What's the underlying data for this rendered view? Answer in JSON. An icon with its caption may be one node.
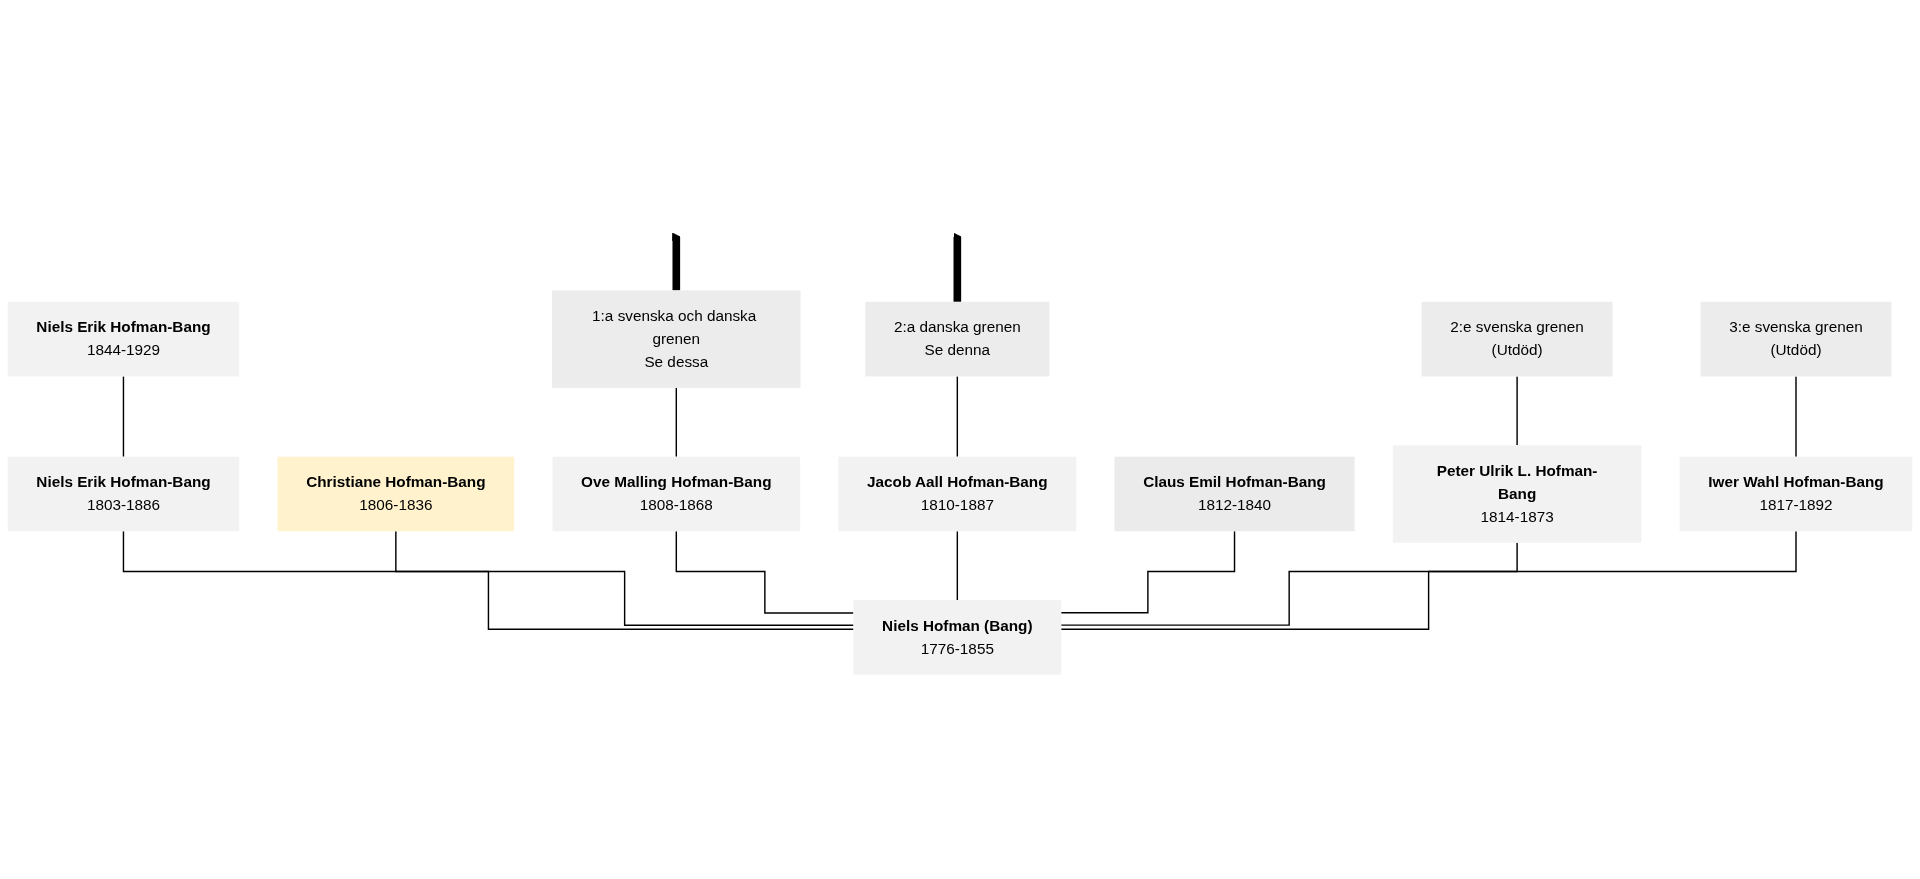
{
  "diagram": {
    "nodes": [
      {
        "text": [
          "Niels Erik Hofman-Bang",
          "1844-1929"
        ]
      },
      {
        "text": [
          "1:a svenska och danska grenen",
          "Se dessa"
        ]
      },
      {
        "text": [
          "2:a danska grenen",
          "Se denna"
        ]
      },
      {
        "text": [
          "2:e svenska grenen",
          "(Utdöd)"
        ]
      },
      {
        "text": [
          "3:e svenska grenen",
          "(Utdöd)"
        ]
      },
      {
        "text": [
          "Niels Erik Hofman-Bang",
          "1803-1886"
        ]
      },
      {
        "text": [
          "Christiane Hofman-Bang",
          "1806-1836"
        ]
      },
      {
        "text": [
          "Ove Malling Hofman-Bang",
          "1808-1868"
        ]
      },
      {
        "text": [
          "Jacob Aall Hofman-Bang",
          "1810-1887"
        ]
      },
      {
        "text": [
          "Claus Emil Hofman-Bang",
          "1812-1840"
        ]
      },
      {
        "text": [
          "Peter Ulrik L. Hofman-Bang",
          "1814-1873"
        ]
      },
      {
        "text": [
          "Iwer Wahl Hofman-Bang",
          "1817-1892"
        ]
      },
      {
        "text": [
          "Niels Hofman (Bang)",
          "1776-1855"
        ]
      }
    ],
    "edges": [
      {
        "from": 12,
        "to": 5,
        "arrow": "none"
      },
      {
        "from": 12,
        "to": 6,
        "arrow": "none"
      },
      {
        "from": 12,
        "to": 7,
        "arrow": "none"
      },
      {
        "from": 12,
        "to": 8,
        "arrow": "none"
      },
      {
        "from": 12,
        "to": 9,
        "arrow": "none"
      },
      {
        "from": 12,
        "to": 10,
        "arrow": "none"
      },
      {
        "from": 12,
        "to": 11,
        "arrow": "none"
      },
      {
        "from": 5,
        "to": 0,
        "arrow": "none"
      },
      {
        "from": 7,
        "to": 1,
        "arrow": "none"
      },
      {
        "from": 8,
        "to": 2,
        "arrow": "none"
      },
      {
        "from": 10,
        "to": 3,
        "arrow": "none"
      },
      {
        "from": 11,
        "to": 4,
        "arrow": "none"
      },
      {
        "from": 1,
        "to": null,
        "arrow": "to",
        "style": "thick"
      },
      {
        "from": 2,
        "to": null,
        "arrow": "to",
        "style": "thick"
      }
    ]
  }
}
